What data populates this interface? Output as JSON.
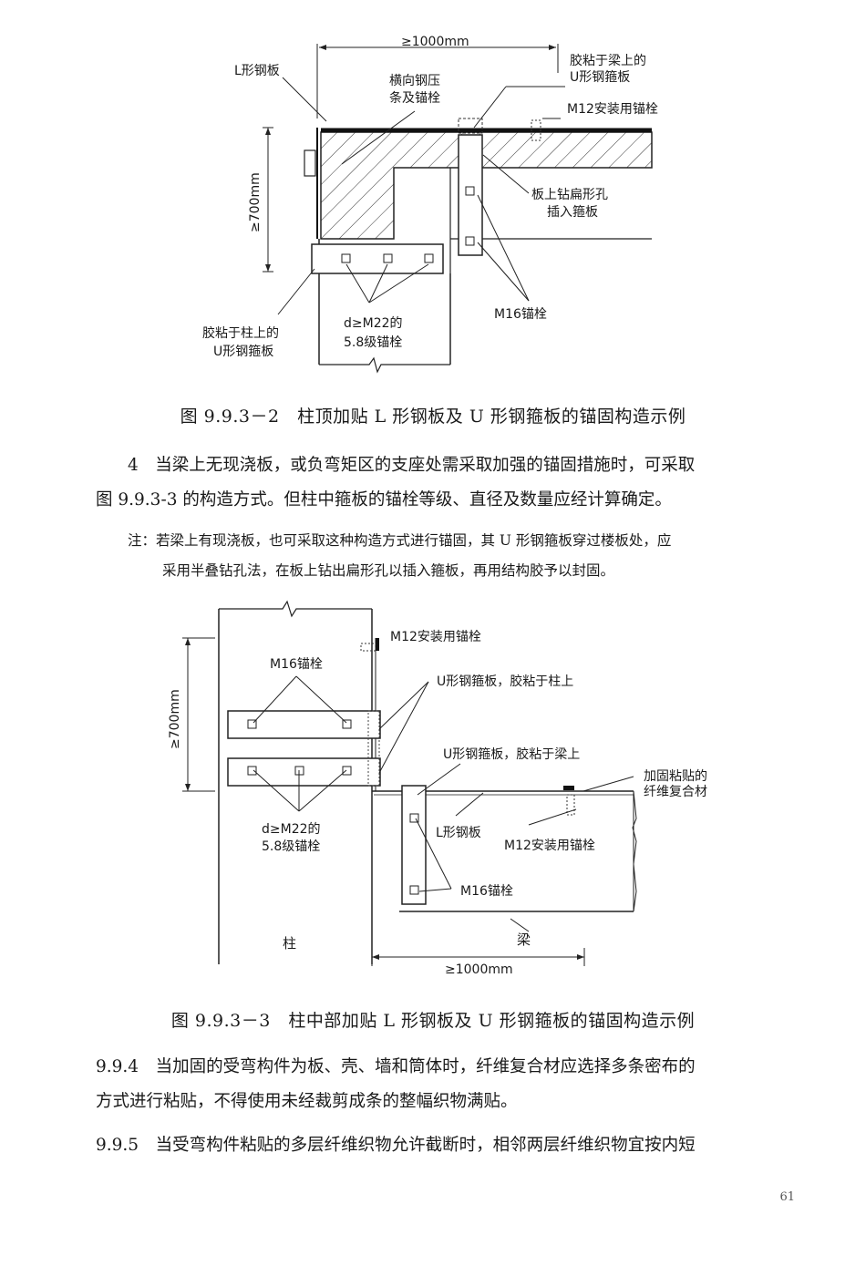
{
  "figure1": {
    "dim_top": "≥1000mm",
    "dim_side": "≥700mm",
    "label_l_plate": "L形钢板",
    "label_press_strip_1": "横向钢压",
    "label_press_strip_2": "条及锚栓",
    "label_u_beam_1": "胶粘于梁上的",
    "label_u_beam_2": "U形钢箍板",
    "label_m12": "M12安装用锚栓",
    "label_hole_1": "板上钻扁形孔",
    "label_hole_2": "插入箍板",
    "label_m16": "M16锚栓",
    "label_bolt_1": "d≥M22的",
    "label_bolt_2": "5.8级锚栓",
    "label_u_col_1": "胶粘于柱上的",
    "label_u_col_2": "U形钢箍板",
    "caption": "图 9.9.3－2　柱顶加贴 L 形钢板及 U 形钢箍板的锚固构造示例"
  },
  "para4": {
    "line1": "4　当梁上无现浇板，或负弯矩区的支座处需采取加强的锚固措施时，可采取",
    "line2": "图 9.9.3-3 的构造方式。但柱中箍板的锚栓等级、直径及数量应经计算确定。"
  },
  "note": {
    "line1": "注：若梁上有现浇板，也可采取这种构造方式进行锚固，其 U 形钢箍板穿过楼板处，应",
    "line2": "采用半叠钻孔法，在板上钻出扁形孔以插入箍板，再用结构胶予以封固。"
  },
  "figure2": {
    "label_m12_top": "M12安装用锚栓",
    "label_m16_top": "M16锚栓",
    "dim_side": "≥700mm",
    "label_u_col": "U形钢箍板，胶粘于柱上",
    "label_u_beam": "U形钢箍板，胶粘于梁上",
    "label_frp_1": "加固粘贴的",
    "label_frp_2": "纤维复合材",
    "label_l_plate": "L形钢板",
    "label_m12_beam": "M12安装用锚栓",
    "label_bolt_1": "d≥M22的",
    "label_bolt_2": "5.8级锚栓",
    "label_m16_beam": "M16锚栓",
    "label_column": "柱",
    "label_beam": "梁",
    "dim_bottom": "≥1000mm",
    "caption": "图 9.9.3－3　柱中部加贴 L 形钢板及 U 形钢箍板的锚固构造示例"
  },
  "sec994": {
    "line1": "9.9.4　当加固的受弯构件为板、壳、墙和筒体时，纤维复合材应选择多条密布的",
    "line2": "方式进行粘贴，不得使用未经裁剪成条的整幅织物满贴。"
  },
  "sec995": {
    "line1": "9.9.5　当受弯构件粘贴的多层纤维织物允许截断时，相邻两层纤维织物宜按内短"
  },
  "page_number": "61"
}
